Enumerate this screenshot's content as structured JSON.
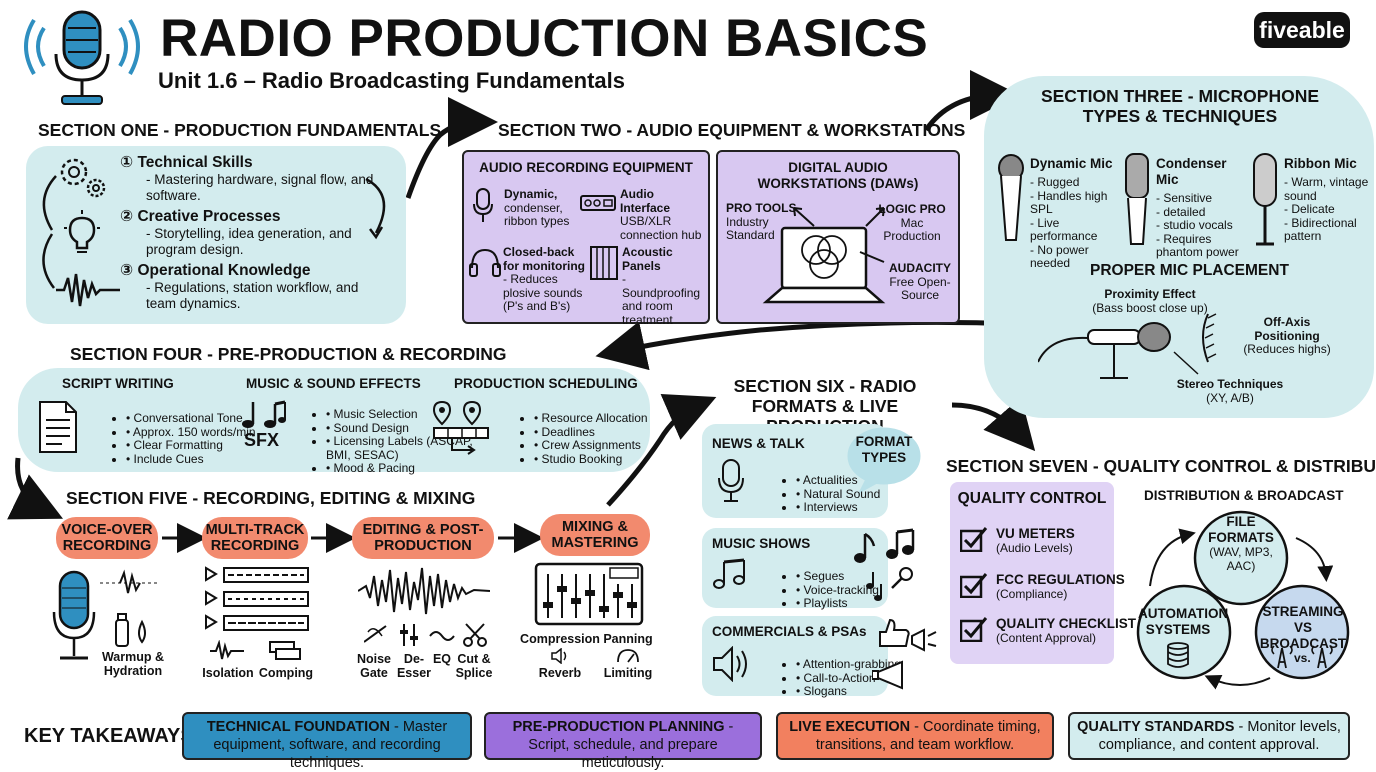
{
  "header": {
    "title": "RADIO PRODUCTION BASICS",
    "subtitle": "Unit 1.6 – Radio Broadcasting Fundamentals",
    "brand": "fiveable"
  },
  "s1": {
    "heading": "SECTION ONE - PRODUCTION FUNDAMENTALS",
    "items": [
      {
        "num": "1",
        "title": "Technical Skills",
        "body": "- Mastering hardware, signal flow, and software."
      },
      {
        "num": "2",
        "title": "Creative Processes",
        "body": "- Storytelling, idea generation, and program design."
      },
      {
        "num": "3",
        "title": "Operational Knowledge",
        "body": "- Regulations, station workflow, and team dynamics."
      }
    ]
  },
  "s2": {
    "heading": "SECTION TWO - AUDIO EQUIPMENT & WORKSTATIONS",
    "rec_title": "AUDIO RECORDING EQUIPMENT",
    "rec_items": [
      {
        "title": "Dynamic,",
        "body": "condenser, ribbon types"
      },
      {
        "title": "Audio Interface",
        "body": "USB/XLR connection hub"
      },
      {
        "title": "Closed-back for monitoring",
        "body": "- Reduces plosive sounds (P's and B's)"
      },
      {
        "title": "Acoustic Panels",
        "body": "- Soundproofing and room treatment"
      }
    ],
    "daw_title": "DIGITAL AUDIO WORKSTATIONS (DAWs)",
    "daws": [
      {
        "title": "PRO TOOLS",
        "body": "Industry Standard"
      },
      {
        "title": "LOGIC PRO",
        "body": "Mac Production"
      },
      {
        "title": "AUDACITY",
        "body": "Free Open-Source"
      }
    ]
  },
  "s3": {
    "heading": "SECTION THREE - MICROPHONE TYPES & TECHNIQUES",
    "mics": [
      {
        "title": "Dynamic Mic",
        "points": [
          "Rugged",
          "Handles high SPL",
          "Live performance",
          "No power needed"
        ]
      },
      {
        "title": "Condenser Mic",
        "points": [
          "Sensitive",
          "detailed",
          "studio vocals",
          "Requires phantom power"
        ]
      },
      {
        "title": "Ribbon Mic",
        "points": [
          "Warm, vintage sound",
          "Delicate",
          "Bidirectional pattern"
        ]
      }
    ],
    "placement_title": "PROPER MIC PLACEMENT",
    "proximity": "Proximity Effect",
    "proximity_note": "(Bass boost close up)",
    "offaxis": "Off-Axis Positioning",
    "offaxis_note": "(Reduces highs)",
    "stereo": "Stereo Techniques",
    "stereo_note": "(XY, A/B)"
  },
  "s4": {
    "heading": "SECTION FOUR - PRE-PRODUCTION & RECORDING",
    "cols": [
      {
        "title": "SCRIPT WRITING",
        "points": [
          "Conversational Tone",
          "Approx. 150 words/min",
          "Clear Formatting",
          "Include Cues"
        ]
      },
      {
        "title": "MUSIC & SOUND EFFECTS",
        "points": [
          "Music Selection",
          "Sound Design",
          "Licensing Labels (ASCAP, BMI, SESAC)",
          "Mood & Pacing"
        ]
      },
      {
        "title": "PRODUCTION SCHEDULING",
        "points": [
          "Resource Allocation",
          "Deadlines",
          "Crew Assignments",
          "Studio Booking"
        ]
      }
    ],
    "sfx": "SFX"
  },
  "s5": {
    "heading": "SECTION FIVE - RECORDING, EDITING & MIXING",
    "steps": [
      "VOICE-OVER RECORDING",
      "MULTI-TRACK RECORDING",
      "EDITING & POST-PRODUCTION",
      "MIXING & MASTERING"
    ],
    "labels": {
      "warmup": "Warmup & Hydration",
      "isolation": "Isolation",
      "comping": "Comping",
      "noise_gate": "Noise Gate",
      "de_esser": "De-Esser",
      "eq": "EQ",
      "cut": "Cut & Splice",
      "compression": "Compression",
      "panning": "Panning",
      "reverb": "Reverb",
      "limiting": "Limiting"
    }
  },
  "s6": {
    "heading": "SECTION SIX - RADIO FORMATS & LIVE PRODUCTION",
    "bubble": "FORMAT TYPES",
    "formats": [
      {
        "title": "NEWS & TALK",
        "points": [
          "Actualities",
          "Natural Sound",
          "Interviews"
        ]
      },
      {
        "title": "MUSIC SHOWS",
        "points": [
          "Segues",
          "Voice-tracking",
          "Playlists"
        ]
      },
      {
        "title": "COMMERCIALS & PSAs",
        "points": [
          "Attention-grabbing",
          "Call-to-Action",
          "Slogans"
        ]
      }
    ]
  },
  "s7": {
    "heading": "SECTION SEVEN - QUALITY CONTROL & DISTRIBUTION",
    "qc_title": "QUALITY CONTROL",
    "qc_items": [
      {
        "title": "VU METERS",
        "note": "(Audio Levels)"
      },
      {
        "title": "FCC REGULATIONS",
        "note": "(Compliance)"
      },
      {
        "title": "QUALITY CHECKLIST",
        "note": "(Content Approval)"
      }
    ],
    "dist_title": "DISTRIBUTION & BROADCAST",
    "circles": {
      "file_title": "FILE FORMATS",
      "file_note": "(WAV, MP3, AAC)",
      "auto_title": "AUTOMATION SYSTEMS",
      "stream_title": "STREAMING VS BROADCAST",
      "vs": "vs."
    }
  },
  "takeaways": {
    "label": "KEY TAKEAWAYS",
    "items": [
      {
        "title": "TECHNICAL FOUNDATION",
        "body": " - Master equipment, software, and recording techniques.",
        "color": "#2f8fc0"
      },
      {
        "title": "PRE-PRODUCTION PLANNING",
        "body": " - Script, schedule, and prepare meticulously.",
        "color": "#9b6fdc"
      },
      {
        "title": "LIVE EXECUTION",
        "body": " - Coordinate timing, transitions, and team workflow.",
        "color": "#f2805f"
      },
      {
        "title": "QUALITY STANDARDS",
        "body": " - Monitor levels, compliance, and content approval.",
        "color": "#d3ecee"
      }
    ]
  }
}
